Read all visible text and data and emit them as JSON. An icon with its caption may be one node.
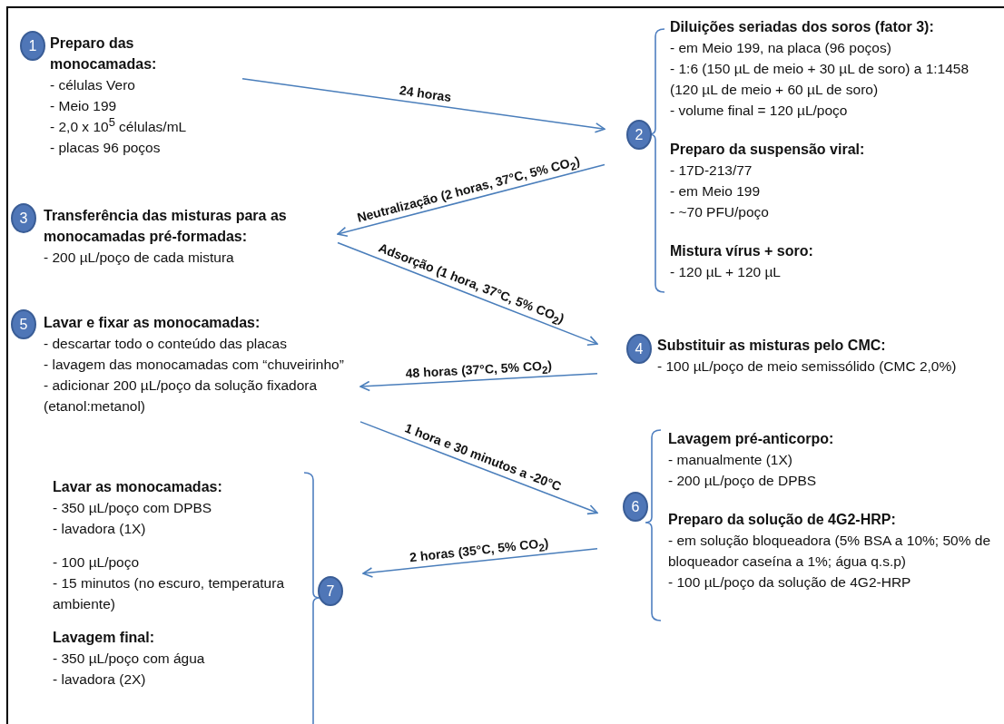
{
  "diagram": {
    "nodes": [
      {
        "text": [
          "1",
          "Preparo das monocamadas:",
          "- células Vero",
          "- Meio 199",
          "- 2,0 x 10$^{5}$ células/mL",
          "- placas 96 poços"
        ]
      },
      {
        "text": [
          "2",
          "Diluições seriadas dos soros (fator 3):",
          "- em Meio 199, na placa (96 poços)",
          "- 1:6 (150 µL de meio + 30 µL de soro) a 1:1458 (120 µL de meio + 60 µL de soro)",
          "- volume final = 120 µL/poço",
          "Preparo da suspensão viral:",
          "- 17D-213/77",
          "- em Meio 199",
          "- ~70 PFU/poço",
          "Mistura vírus + soro:",
          "- 120 µL + 120 µL"
        ]
      },
      {
        "text": [
          "3",
          "Transferência das misturas para as monocamadas pré-formadas:",
          "- 200 µL/poço de cada mistura"
        ]
      },
      {
        "text": [
          "4",
          "Substituir as misturas pelo CMC:",
          "- 100 µL/poço de meio semissólido (CMC 2,0%)"
        ]
      },
      {
        "text": [
          "5",
          "Lavar e fixar as monocamadas:",
          "- descartar todo o conteúdo das placas",
          "- lavagem das monocamadas com “chuveirinho”",
          "- adicionar 200 µL/poço da solução fixadora (etanol:metanol)"
        ]
      },
      {
        "text": [
          "6",
          "Lavagem pré-anticorpo:",
          "- manualmente (1X)",
          "- 200 µL/poço de DPBS",
          "Preparo da solução de 4G2-HRP:",
          "- em solução bloqueadora (5% BSA a 10%; 50% de bloqueador caseína a 1%; água q.s.p)",
          "- 100 µL/poço da solução de 4G2-HRP"
        ]
      },
      {
        "text": [
          "7",
          "Lavar as monocamadas:",
          "- 350 µL/poço com DPBS",
          "- lavadora (1X)",
          "- 100 µL/poço",
          "- 15 minutos (no escuro, temperatura ambiente)",
          "Lavagem final:",
          "- 350 µL/poço com água",
          "- lavadora (2X)"
        ]
      }
    ],
    "edges": [
      {
        "from": 0,
        "to": 1,
        "arrow": "to",
        "label": "24 horas"
      },
      {
        "from": 1,
        "to": 2,
        "arrow": "to",
        "label": "Neutralização (2 horas, 37°C, 5% CO$_{2}$)"
      },
      {
        "from": 2,
        "to": 3,
        "arrow": "to",
        "label": "Adsorção (1 hora, 37°C, 5% CO$_{2}$)"
      },
      {
        "from": 3,
        "to": 4,
        "arrow": "to",
        "label": "48 horas (37°C, 5% CO$_{2}$)"
      },
      {
        "from": 4,
        "to": 5,
        "arrow": "to",
        "label": "1 hora e 30 minutos a -20°C"
      },
      {
        "from": 5,
        "to": 6,
        "arrow": "to",
        "label": "2 horas (35°C, 5% CO$_{2}$)"
      }
    ]
  }
}
